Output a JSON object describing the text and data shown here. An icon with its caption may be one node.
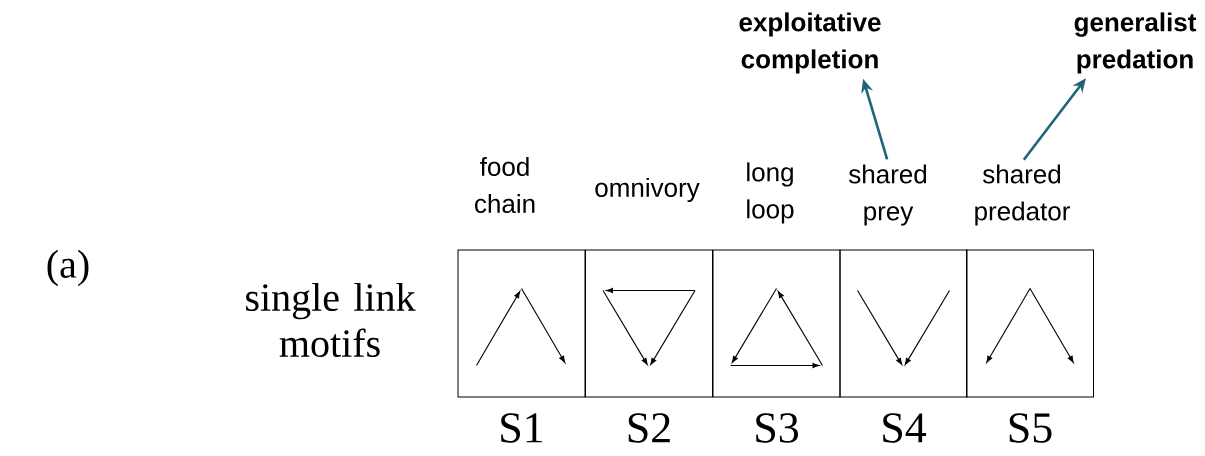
{
  "diagram": {
    "nodes": [
      {
        "text": [],
        "shape": "box",
        "beside": [
          "S1"
        ]
      },
      {
        "text": [],
        "shape": "box",
        "beside": [
          "S2"
        ]
      },
      {
        "text": [],
        "shape": "box",
        "beside": [
          "S3"
        ]
      },
      {
        "text": [],
        "shape": "box",
        "beside": [
          "S4"
        ]
      },
      {
        "text": [],
        "shape": "box",
        "beside": [
          "S5"
        ]
      },
      {
        "text": [
          "food chain"
        ]
      },
      {
        "text": [
          "omnivory"
        ]
      },
      {
        "text": [
          "long loop"
        ]
      },
      {
        "text": [
          "shared prey"
        ]
      },
      {
        "text": [
          "shared predator"
        ]
      },
      {
        "text": [
          "exploitative completion"
        ]
      },
      {
        "text": [
          "generalist predation"
        ]
      }
    ],
    "edges": [
      {
        "from": 8,
        "to": 10,
        "arrow": "to"
      },
      {
        "from": 9,
        "to": 11,
        "arrow": "to"
      }
    ],
    "labels": [
      "(a)",
      "single link motifs"
    ]
  }
}
